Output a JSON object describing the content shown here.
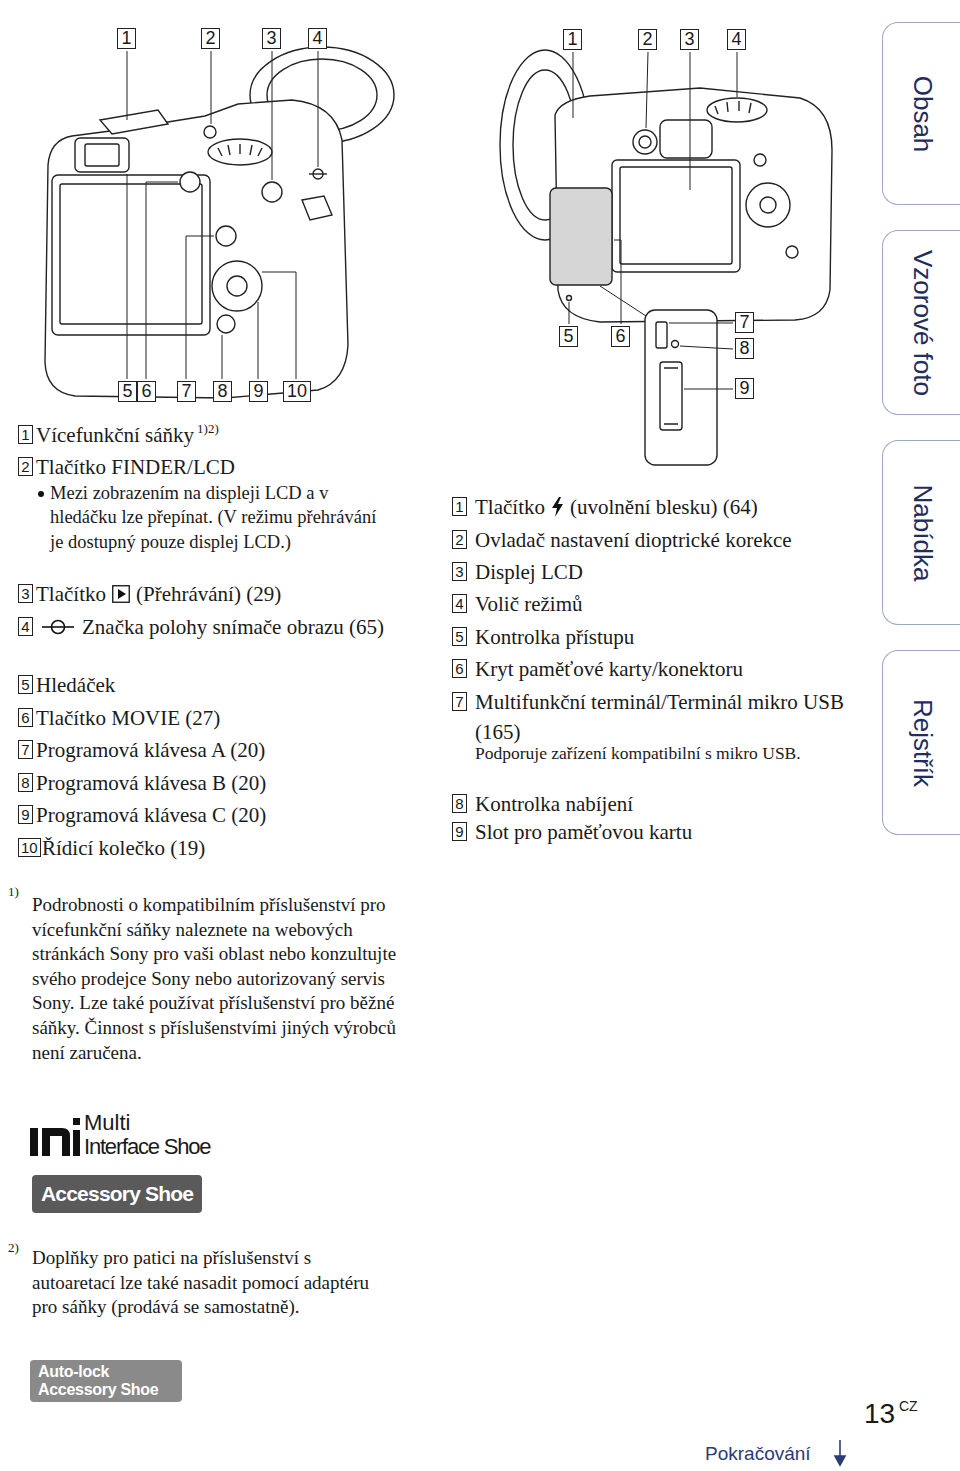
{
  "diagram": {
    "nodes": [
      {
        "text": [
          "1"
        ]
      },
      {
        "text": [
          "2"
        ]
      },
      {
        "text": [
          "3"
        ]
      },
      {
        "text": [
          "4"
        ]
      },
      {
        "text": [
          "5"
        ]
      },
      {
        "text": [
          "6"
        ]
      },
      {
        "text": [
          "7"
        ]
      },
      {
        "text": [
          "8"
        ]
      },
      {
        "text": [
          "9"
        ]
      },
      {
        "text": [
          "10"
        ]
      },
      {
        "text": [
          "1"
        ]
      },
      {
        "text": [
          "2"
        ]
      },
      {
        "text": [
          "3"
        ]
      },
      {
        "text": [
          "4"
        ]
      },
      {
        "text": [
          "5"
        ]
      },
      {
        "text": [
          "6"
        ]
      },
      {
        "text": [
          "7"
        ]
      },
      {
        "text": [
          "8"
        ]
      },
      {
        "text": [
          "9"
        ]
      },
      {
        "text": [
          "1"
        ]
      },
      {
        "text": [
          "2"
        ]
      },
      {
        "text": [
          "3"
        ]
      },
      {
        "text": [
          "4"
        ]
      },
      {
        "text": [
          "5"
        ]
      },
      {
        "text": [
          "6"
        ]
      },
      {
        "text": [
          "7"
        ]
      },
      {
        "text": [
          "8"
        ]
      },
      {
        "text": [
          "9"
        ]
      },
      {
        "text": [
          "10"
        ]
      },
      {
        "text": [
          "1"
        ]
      },
      {
        "text": [
          "2"
        ]
      },
      {
        "text": [
          "3"
        ]
      },
      {
        "text": [
          "4"
        ]
      },
      {
        "text": [
          "5"
        ]
      },
      {
        "text": [
          "6"
        ]
      },
      {
        "text": [
          "7"
        ]
      },
      {
        "text": [
          "8"
        ]
      },
      {
        "text": [
          "9"
        ]
      },
      {
        "text": [
          "Obsah"
        ]
      },
      {
        "text": [
          "Vzorové foto"
        ]
      },
      {
        "text": [
          "Nabídka"
        ]
      },
      {
        "text": [
          "Rejstřík"
        ]
      },
      {
        "text": [
          "Accessory Shoe"
        ]
      },
      {
        "text": [
          "Auto-lock Accessory Shoe"
        ]
      }
    ],
    "labels": [
      "Vícefunkční sáňky",
      "1)2)",
      "Tlačítko FINDER/LCD",
      "Mezi zobrazením na displeji LCD a v hledáčku lze přepínat. (V režimu přehrávání je dostupný pouze displej LCD.)",
      "Tlačítko",
      "(Přehrávání) (29)",
      "Značka polohy snímače obrazu (65)",
      "Hledáček",
      "Tlačítko MOVIE (27)",
      "Programová klávesa A (20)",
      "Programová klávesa B (20)",
      "Programová klávesa C (20)",
      "Řídicí kolečko (19)",
      "Tlačítko",
      "(uvolnění blesku) (64)",
      "Ovladač nastavení dioptrické korekce",
      "Displej LCD",
      "Volič režimů",
      "Kontrolka přístupu",
      "Kryt paměťové karty/konektoru",
      "Multifunkční terminál/Terminál mikro USB (165)",
      "Podporuje zařízení kompatibilní s mikro USB.",
      "Kontrolka nabíjení",
      "Slot pro paměťovou kartu",
      "1)",
      "Podrobnosti o kompatibilním příslušenství pro vícefunkční sáňky naleznete na webových stránkách Sony pro vaši oblast nebo konzultujte svého prodejce Sony nebo autorizovaný servis Sony. Lze také používat příslušenství pro běžné sáňky. Činnost s příslušenstvími jiných výrobců není zaručena.",
      "Multi",
      "Interface Shoe",
      "2)",
      "Doplňky pro patici na příslušenství s autoaretací lze také nasadit pomocí adaptéru pro sáňky (prodává se samostatně).",
      "13",
      "CZ",
      "Pokračování"
    ]
  }
}
